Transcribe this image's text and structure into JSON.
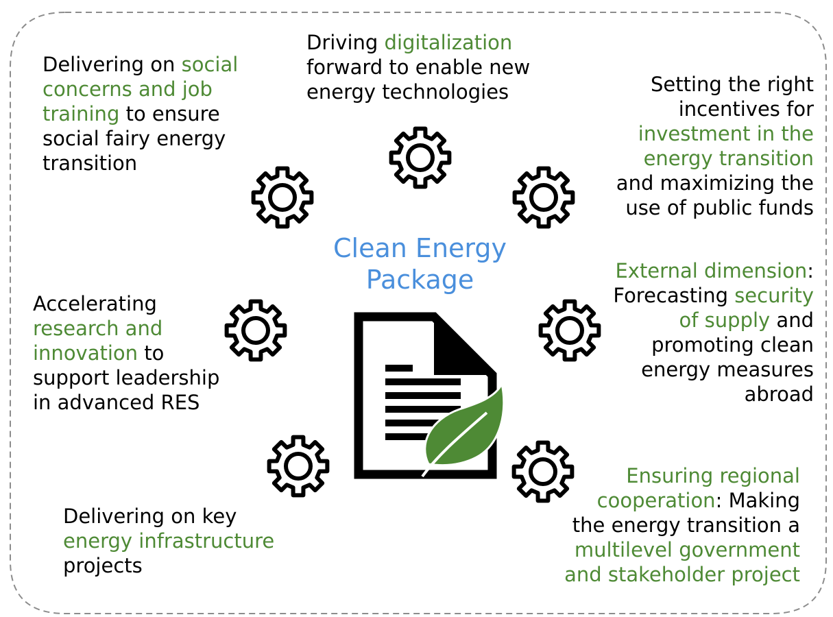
{
  "diagram": {
    "center": {
      "lines": [
        "Clean Energy",
        "Package"
      ]
    },
    "items": [
      {
        "id": "digitalization",
        "segments": [
          {
            "text": "Driving ",
            "hl": false
          },
          {
            "text": "digitalization",
            "hl": true
          },
          {
            "text": "\nforward to enable new\nenergy technologies",
            "hl": false
          }
        ]
      },
      {
        "id": "social",
        "segments": [
          {
            "text": "Delivering on ",
            "hl": false
          },
          {
            "text": "social\nconcerns and job\ntraining",
            "hl": true
          },
          {
            "text": " to ensure\nsocial fairy energy\ntransition",
            "hl": false
          }
        ]
      },
      {
        "id": "investment",
        "segments": [
          {
            "text": "Setting the right\nincentives for\n",
            "hl": false
          },
          {
            "text": "investment in the\nenergy transition",
            "hl": true
          },
          {
            "text": "\nand maximizing the\nuse of public funds",
            "hl": false
          }
        ]
      },
      {
        "id": "research",
        "segments": [
          {
            "text": "Accelerating\n",
            "hl": false
          },
          {
            "text": "research and\ninnovation",
            "hl": true
          },
          {
            "text": " to\nsupport leadership\nin advanced RES",
            "hl": false
          }
        ]
      },
      {
        "id": "external",
        "segments": [
          {
            "text": "External dimension",
            "hl": true
          },
          {
            "text": ":\nForecasting ",
            "hl": false
          },
          {
            "text": "security\nof supply",
            "hl": true
          },
          {
            "text": " and\npromoting clean\nenergy measures\nabroad",
            "hl": false
          }
        ]
      },
      {
        "id": "infrastructure",
        "segments": [
          {
            "text": "Delivering on key\n",
            "hl": false
          },
          {
            "text": "energy infrastructure",
            "hl": true
          },
          {
            "text": "\nprojects",
            "hl": false
          }
        ]
      },
      {
        "id": "regional",
        "segments": [
          {
            "text": "Ensuring regional\ncooperation",
            "hl": true
          },
          {
            "text": ": Making\nthe energy transition a\n",
            "hl": false
          },
          {
            "text": "multilevel government\nand stakeholder project",
            "hl": true
          }
        ]
      }
    ],
    "colors": {
      "highlight": "#4e8a35",
      "title": "#4a8fdc",
      "leaf": "#4e8a35",
      "frame": "#8c8c8c"
    },
    "icons": {
      "gear": "gear-icon",
      "document": "document-icon",
      "leaf": "leaf-icon"
    }
  }
}
